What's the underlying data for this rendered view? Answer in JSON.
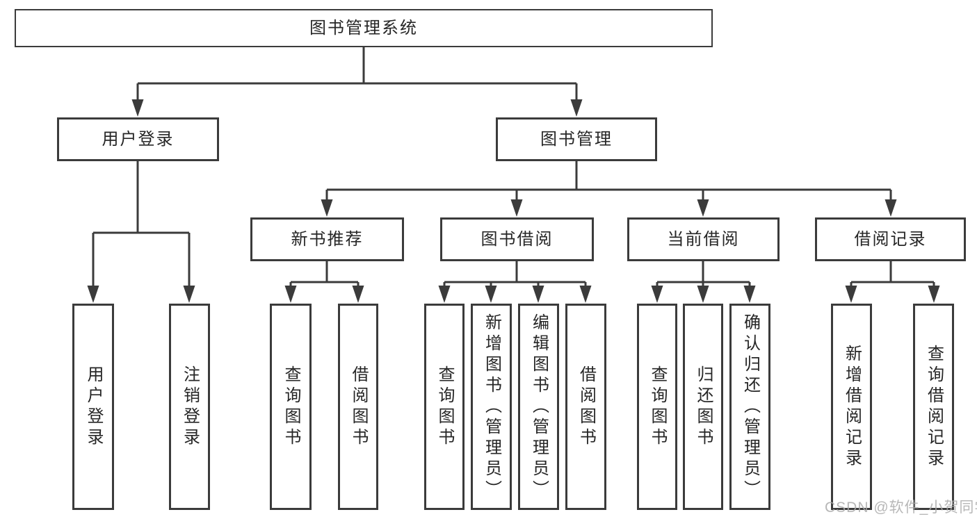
{
  "diagram": {
    "root": "图书管理系统",
    "groups": {
      "login": {
        "label": "用户登录",
        "children": [
          "用户登录",
          "注销登录"
        ]
      },
      "manage": {
        "label": "图书管理",
        "sections": {
          "recommend": {
            "label": "新书推荐",
            "children": [
              "查询图书",
              "借阅图书"
            ]
          },
          "borrow": {
            "label": "图书借阅",
            "children": [
              "查询图书",
              "新增图书（管理员）",
              "编辑图书（管理员）",
              "借阅图书"
            ]
          },
          "current": {
            "label": "当前借阅",
            "children": [
              "查询图书",
              "归还图书",
              "确认归还（管理员）"
            ]
          },
          "records": {
            "label": "借阅记录",
            "children": [
              "新增借阅记录",
              "查询借阅记录"
            ]
          }
        }
      }
    },
    "watermark": "CSDN @软件_小贺同学",
    "colors": {
      "line": "#3b3b3b",
      "text": "#262626",
      "box_background": "#ffffff",
      "watermark": "#aaaaaa"
    }
  }
}
